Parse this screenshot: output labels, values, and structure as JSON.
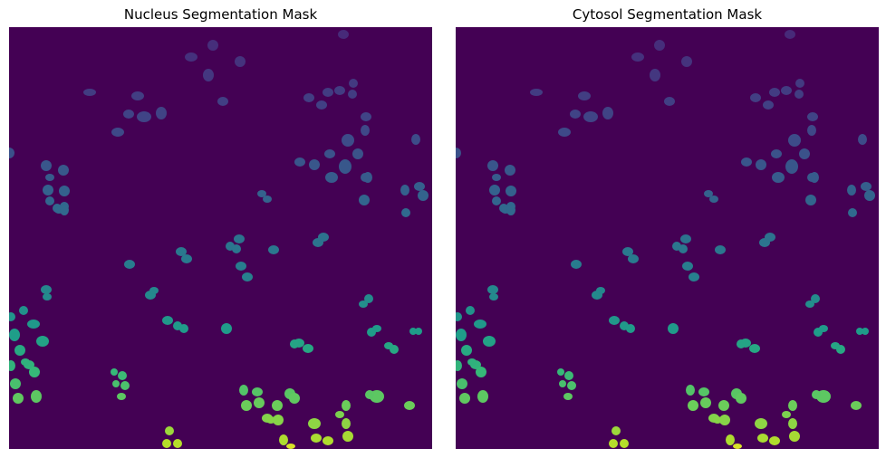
{
  "panels": [
    {
      "title": "Nucleus Segmentation Mask"
    },
    {
      "title": "Cytosol Segmentation Mask"
    }
  ],
  "colors": {
    "background": "#440154",
    "colormap": "viridis"
  }
}
